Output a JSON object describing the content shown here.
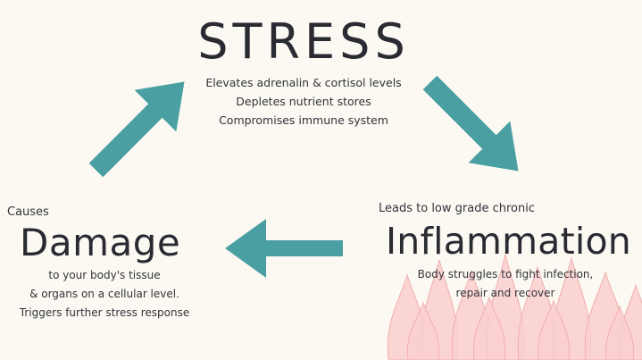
{
  "stress": {
    "title": "STRESS",
    "lines": [
      "Elevates adrenalin & cortisol levels",
      "Depletes nutrient stores",
      "Compromises immune system"
    ]
  },
  "damage": {
    "prefix": "Causes",
    "title": "Damage",
    "lines": [
      "to your body's tissue",
      "& organs on a cellular level.",
      "Triggers further stress response"
    ]
  },
  "inflammation": {
    "prefix": "Leads to low grade chronic",
    "title": "Inflammation",
    "lines": [
      "Body struggles to fight infection,",
      "repair and recover"
    ]
  },
  "colors": {
    "arrow": "#4a9fa2",
    "flame_fill": "#f9cfcf",
    "flame_stroke": "#f2aeae",
    "background": "#fbf9f2"
  },
  "icons": [
    "arrow-up-right-icon",
    "arrow-down-right-icon",
    "arrow-left-icon",
    "flame-icon"
  ]
}
